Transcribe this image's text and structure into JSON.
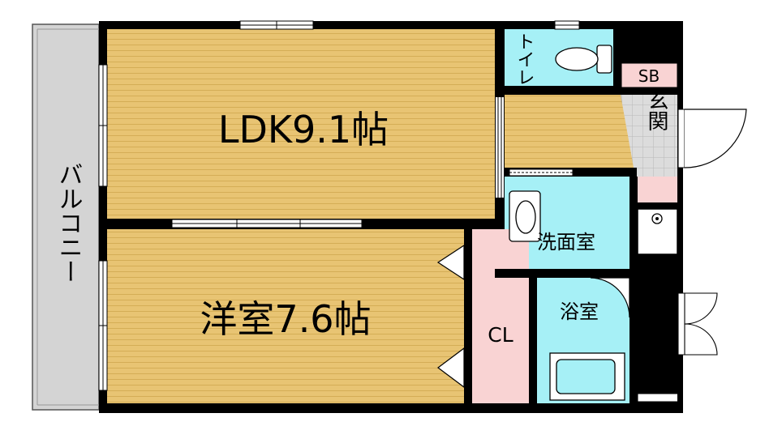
{
  "rooms": {
    "ldk": "LDK9.1帖",
    "western": "洋室7.6帖",
    "toilet": "トイレ",
    "shoebox": "SB",
    "entrance": "玄関",
    "washroom": "洗面室",
    "bathroom": "浴室",
    "closet": "CL",
    "balcony": "バルコニー"
  },
  "colors": {
    "floor_wood": "#e8c473",
    "wood_line": "#c9a24c",
    "wet_area": "#a6f0f6",
    "pink": "#f9d3d3",
    "tile": "#d9d9d9",
    "balcony": "#d4d4d4",
    "wall": "#000000"
  }
}
